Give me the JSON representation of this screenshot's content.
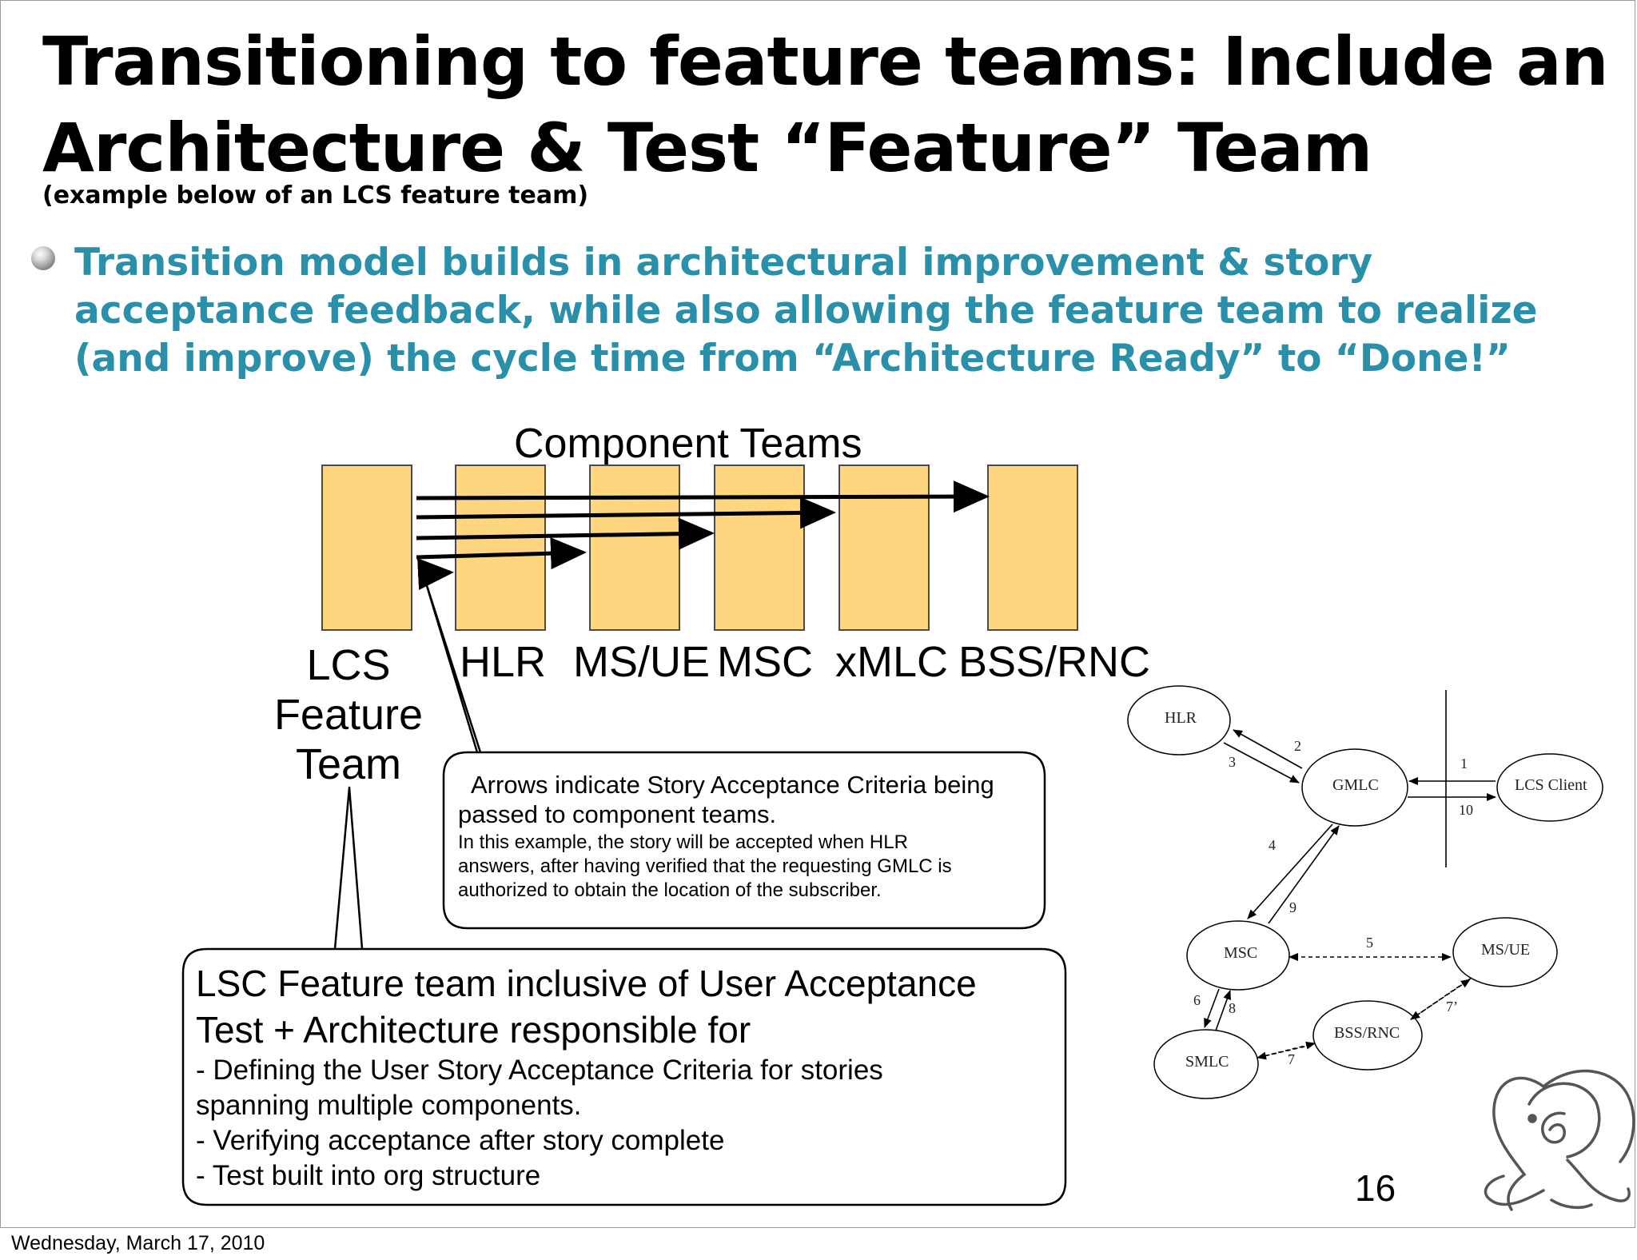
{
  "slide": {
    "title_lines": [
      "Transitioning to feature teams: Include an",
      "Architecture & Test “Feature” Team"
    ],
    "subtitle": "(example below of an LCS feature team)",
    "bullet_lines": [
      "Transition model builds in architectural improvement & story",
      "acceptance feedback, while also allowing the feature team to realize",
      "(and improve) the cycle time from “Architecture Ready” to “Done!”"
    ],
    "page_number": "16",
    "footer_date": "Wednesday, March 17, 2010"
  },
  "component_diagram": {
    "title": "Component Teams",
    "box_color": "#FED67F",
    "teams": [
      "HLR",
      "MS/UE",
      "MSC",
      "xMLC",
      "BSS/RNC"
    ],
    "feature_team_lines": [
      "LCS",
      "Feature",
      "Team"
    ]
  },
  "callout_arrows": {
    "main_lines": [
      "Arrows indicate Story Acceptance Criteria being",
      "passed to component teams."
    ],
    "detail_lines": [
      "In this example, the story will be accepted when HLR",
      "answers, after having verified that the requesting GMLC is",
      "authorized to obtain the location of the subscriber."
    ]
  },
  "callout_team": {
    "heading_lines": [
      "LSC Feature team inclusive of User Acceptance",
      "Test + Architecture responsible for"
    ],
    "items": [
      "-  Defining the User Story Acceptance Criteria for stories",
      "spanning multiple components.",
      "-  Verifying acceptance after story complete",
      "-  Test built into org structure"
    ]
  },
  "network": {
    "nodes": [
      "HLR",
      "GMLC",
      "LCS Client",
      "MSC",
      "MS/UE",
      "BSS/RNC",
      "SMLC"
    ],
    "steps": [
      "1",
      "2",
      "3",
      "4",
      "5",
      "6",
      "7",
      "7’",
      "8",
      "9",
      "10"
    ]
  },
  "logo": {
    "icon": "elephant-logo-icon"
  },
  "colors": {
    "accent": "#2A8FA9",
    "box_fill": "#FED67F"
  }
}
